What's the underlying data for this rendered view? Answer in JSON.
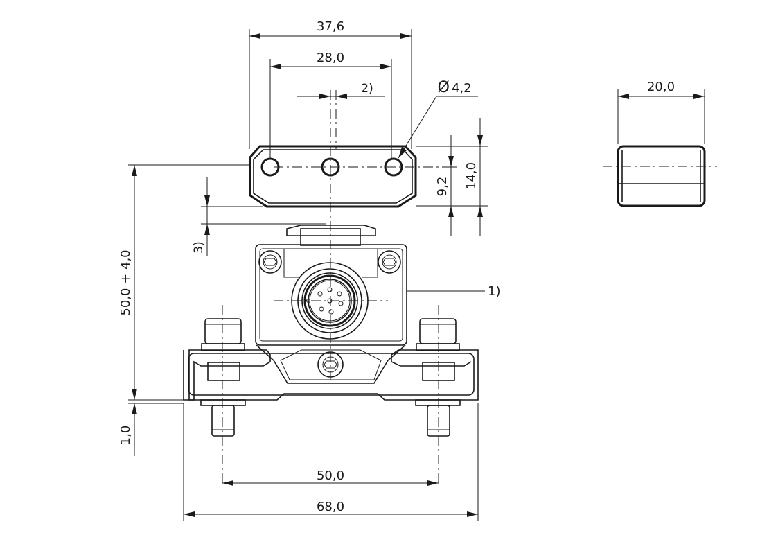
{
  "drawing": {
    "dimensions": {
      "plate_width": "37,6",
      "hole_pitch": "28,0",
      "note_2_label": "2)",
      "hole_diameter": "4,2",
      "diameter_symbol": "Ø",
      "plate_height": "14,0",
      "hole_offset": "9,2",
      "side_width": "20,0",
      "note_3_label": "3)",
      "overall_height": "50,0 + 4,0",
      "base_gap": "1,0",
      "stud_spacing": "50,0",
      "base_width": "68,0",
      "connector_callout": "1)"
    }
  }
}
